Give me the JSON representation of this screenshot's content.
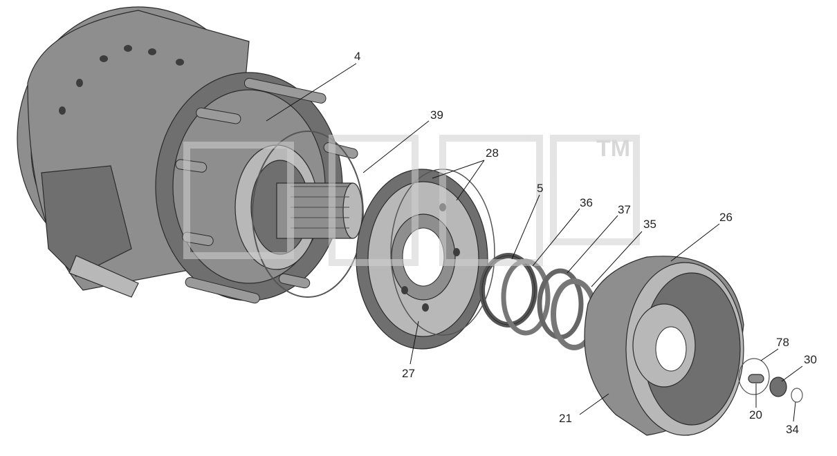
{
  "watermark": {
    "mark": "TM"
  },
  "callouts": [
    {
      "id": "c4",
      "label": "4"
    },
    {
      "id": "c39",
      "label": "39"
    },
    {
      "id": "c28",
      "label": "28"
    },
    {
      "id": "c5",
      "label": "5"
    },
    {
      "id": "c36",
      "label": "36"
    },
    {
      "id": "c37",
      "label": "37"
    },
    {
      "id": "c35",
      "label": "35"
    },
    {
      "id": "c26",
      "label": "26"
    },
    {
      "id": "c27",
      "label": "27"
    },
    {
      "id": "c78",
      "label": "78"
    },
    {
      "id": "c30",
      "label": "30"
    },
    {
      "id": "c20",
      "label": "20"
    },
    {
      "id": "c21",
      "label": "21"
    },
    {
      "id": "c34",
      "label": "34"
    }
  ],
  "colors": {
    "metal_dark": "#6f6f6f",
    "metal_mid": "#8e8e8e",
    "metal_light": "#b8b8b8",
    "line": "#111111",
    "watermark": "#b9b9b9"
  }
}
